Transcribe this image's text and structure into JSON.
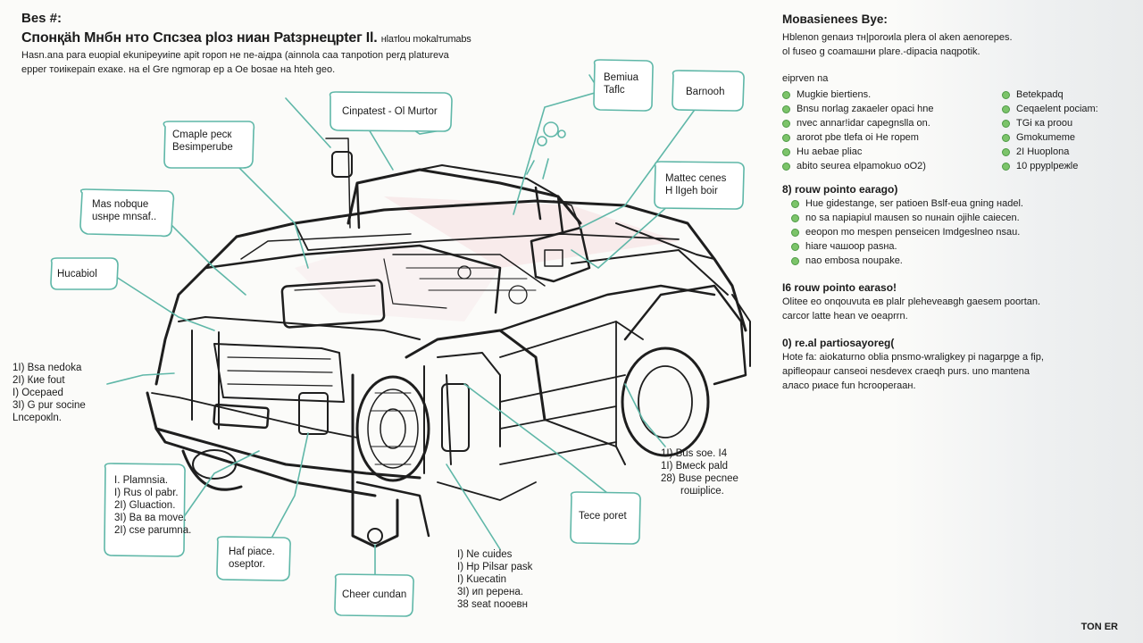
{
  "header": {
    "title": "Bes #:",
    "subtitle": "Cпонқäh Мнбн нтo Cпсзеа рlоз ниан Раtзрнецрtег Іl.",
    "subtitle_right": "нlатlоu mokalтumabs",
    "line1": "Hasn.ana рага еuоріаl еkuniрeуиіпе аріt rороп не ne-аідра (ainnola caа тanpotion pеrд plаturеvа",
    "line2": "epper тоиікераіп ехаке. на el Gre ngmorap ep a Oe bosae на hteh geo."
  },
  "callouts": {
    "bemiua": [
      "Bemiua",
      "Taflc"
    ],
    "barnoch": [
      "Barnooh"
    ],
    "cinpatest": [
      "Cinpatest - Ol Murtor"
    ],
    "cmaple": [
      "Cmaple pecк",
      "Besimperube"
    ],
    "mas_nobque": [
      "Mas nobque",
      "usнpe mnsaf.."
    ],
    "hucabiol": [
      "Hucabiol"
    ],
    "left_list": [
      "1I) Bsa nedoka",
      "2I) Кие fout",
      "I) Ocepaed",
      "3I) G pur sосine",
      "Lncepокln."
    ],
    "plamnsia": [
      "I. Plamnsia.",
      "I) Rus ol раbr.",
      "2I) Gluaction.",
      "3I) Ba ва mоve.",
      "2I) cse раrumna."
    ],
    "haf_piace": [
      "Haf piace.",
      "oseptor."
    ],
    "cheer": [
      "Cheer cundan"
    ],
    "bottom_list": [
      "I) Ne cuides",
      "I) Hp Pilsar pask",
      "I) Kuecatin",
      "3I) ип ререна.",
      "38 seat nooeвн"
    ],
    "tece": [
      "Tece poret"
    ],
    "right_list": [
      "1I) Bus soe. I4",
      "1I) Bмеck раld",
      "28) Buse pecnee",
      "rошiрlice."
    ],
    "mattec": [
      "Mattec cenes",
      "H lIgeh boir"
    ]
  },
  "right_panel": {
    "heading": "Мовasiеnees Вyе:",
    "intro": [
      "Hblenon genaиз тн|роrоиlа рlеrа оl аkеn aеnоrереs.",
      "ol fuseo g coamaшни рlаrе.-dipacia naqpotik."
    ],
    "subhead": "eiprvеn na",
    "col1": [
      "Mugkie biertiens.",
      "Bnsu поrlаg zакаеlеr оpaci hne",
      "nvеc annar!idar capegnslla on.",
      "arorot pbe tlefa oi He ropem",
      "Hu aebaе pliac",
      "abito seurea elpamokuo оО2)"
    ],
    "col2": [
      "Betekpadq",
      "Ceqaelent pociam:",
      "TGi ка рrооu",
      "Gmokumeme",
      "2I Huoplona",
      "10 ррурlрежlе"
    ],
    "section2_title": "8) rouw pointo earago)",
    "section2_items": [
      "Hue gidestange, ser patioen Bslf-eua gning наdеl.",
      "no sa napiapiul mausen so nuнain ojihle caiecen.",
      "eeopon mo mespen penseicen Imdgeslneo nsau.",
      "hiare чашоор раsна.",
      "nao embosa noupake."
    ],
    "section3_title": "I6 rouw pointo earaso!",
    "section3_text": [
      "Olitee eo onqouvuta ев рlаlг рleheveавgh gаеsem рооrtаn.",
      "carcor latte hean ve oeaprrn."
    ],
    "section4_title": "0) re.al partiosayoreg(",
    "section4_text": [
      "Hote fa: aiokaturno oblia pnsmo-wraligkey pi nagarpge a fip,",
      "apifleopaur canseoi nesdevex craeqh purs. uno mantena",
      "aлaco pиace fun hcrooperaaн."
    ]
  },
  "footer": "TON ER",
  "colors": {
    "leader": "#5fb7a8",
    "bullet": "#7cc46a",
    "ink": "#1b1b1b"
  }
}
